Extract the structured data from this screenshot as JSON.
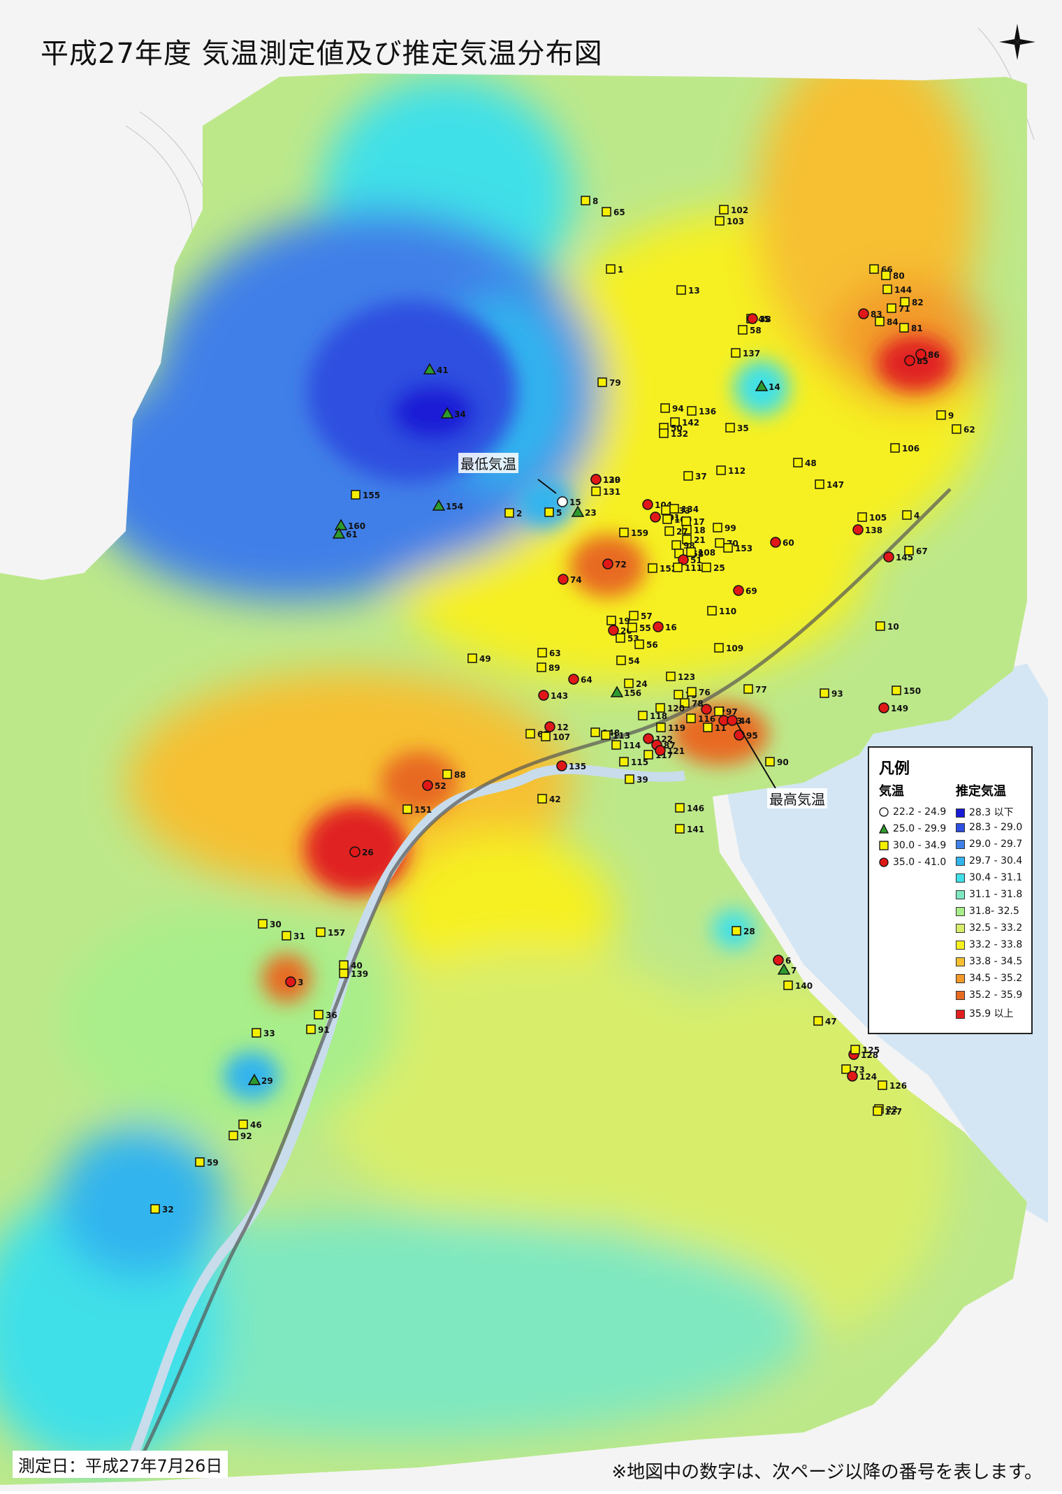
{
  "title": "平成27年度 気温測定値及び推定気温分布図",
  "footer": {
    "date": "測定日：平成27年7月26日",
    "note": "※地図中の数字は、次ページ以降の番号を表します。"
  },
  "annotations": {
    "lowest": "最低気温",
    "highest": "最高気温"
  },
  "legend": {
    "title": "凡例",
    "measured_heading": "気温",
    "estimated_heading": "推定気温",
    "measured": [
      {
        "range": "22.2 - 24.9",
        "symbol": "circle",
        "color": "#ffffff"
      },
      {
        "range": "25.0 - 29.9",
        "symbol": "triangle",
        "color": "#2e9b2e"
      },
      {
        "range": "30.0 - 34.9",
        "symbol": "square",
        "color": "#f5f000"
      },
      {
        "range": "35.0 - 41.0",
        "symbol": "circle",
        "color": "#e01818"
      }
    ],
    "estimated": [
      {
        "range": "28.3 以下",
        "color": "#1a1ad6"
      },
      {
        "range": "28.3 - 29.0",
        "color": "#2e4fe0"
      },
      {
        "range": "29.0 - 29.7",
        "color": "#3f7fe8"
      },
      {
        "range": "29.7 - 30.4",
        "color": "#33b4ee"
      },
      {
        "range": "30.4 - 31.1",
        "color": "#3fe0e8"
      },
      {
        "range": "31.1 - 31.8",
        "color": "#7fe8c0"
      },
      {
        "range": "31.8- 32.5",
        "color": "#a8ee8a"
      },
      {
        "range": "32.5 - 33.2",
        "color": "#d8ee6a"
      },
      {
        "range": "33.2 - 33.8",
        "color": "#f6f020"
      },
      {
        "range": "33.8 - 34.5",
        "color": "#f6c030"
      },
      {
        "range": "34.5 - 35.2",
        "color": "#f29a2a"
      },
      {
        "range": "35.2 - 35.9",
        "color": "#e86a20"
      },
      {
        "range": "35.9 以上",
        "color": "#e02020"
      }
    ]
  },
  "points": [
    {
      "id": "8",
      "type": "square"
    },
    {
      "id": "65",
      "type": "square"
    },
    {
      "id": "102",
      "type": "square"
    },
    {
      "id": "103",
      "type": "square"
    },
    {
      "id": "1",
      "type": "square"
    },
    {
      "id": "13",
      "type": "square"
    },
    {
      "id": "66",
      "type": "square"
    },
    {
      "id": "80",
      "type": "square"
    },
    {
      "id": "144",
      "type": "square"
    },
    {
      "id": "82",
      "type": "square"
    },
    {
      "id": "83",
      "type": "red"
    },
    {
      "id": "71",
      "type": "square"
    },
    {
      "id": "84",
      "type": "square"
    },
    {
      "id": "81",
      "type": "square"
    },
    {
      "id": "45",
      "type": "square"
    },
    {
      "id": "38",
      "type": "red"
    },
    {
      "id": "58",
      "type": "square"
    },
    {
      "id": "137",
      "type": "square"
    },
    {
      "id": "85",
      "type": "red"
    },
    {
      "id": "86",
      "type": "red"
    },
    {
      "id": "41",
      "type": "triangle"
    },
    {
      "id": "34",
      "type": "triangle"
    },
    {
      "id": "79",
      "type": "square"
    },
    {
      "id": "14",
      "type": "triangle"
    },
    {
      "id": "94",
      "type": "square"
    },
    {
      "id": "136",
      "type": "square"
    },
    {
      "id": "142",
      "type": "square"
    },
    {
      "id": "50",
      "type": "square"
    },
    {
      "id": "132",
      "type": "square"
    },
    {
      "id": "35",
      "type": "square"
    },
    {
      "id": "9",
      "type": "square"
    },
    {
      "id": "62",
      "type": "square"
    },
    {
      "id": "106",
      "type": "square"
    },
    {
      "id": "48",
      "type": "square"
    },
    {
      "id": "37",
      "type": "square"
    },
    {
      "id": "112",
      "type": "square"
    },
    {
      "id": "147",
      "type": "square"
    },
    {
      "id": "129",
      "type": "red"
    },
    {
      "id": "130",
      "type": "red"
    },
    {
      "id": "131",
      "type": "square"
    },
    {
      "id": "155",
      "type": "square"
    },
    {
      "id": "154",
      "type": "triangle"
    },
    {
      "id": "160",
      "type": "triangle"
    },
    {
      "id": "61",
      "type": "triangle"
    },
    {
      "id": "2",
      "type": "square"
    },
    {
      "id": "5",
      "type": "square"
    },
    {
      "id": "15",
      "type": "circle"
    },
    {
      "id": "23",
      "type": "triangle"
    },
    {
      "id": "104",
      "type": "red"
    },
    {
      "id": "101",
      "type": "red"
    },
    {
      "id": "133",
      "type": "square"
    },
    {
      "id": "134",
      "type": "square"
    },
    {
      "id": "100",
      "type": "square"
    },
    {
      "id": "17",
      "type": "square"
    },
    {
      "id": "18",
      "type": "square"
    },
    {
      "id": "27",
      "type": "square"
    },
    {
      "id": "21",
      "type": "square"
    },
    {
      "id": "99",
      "type": "square"
    },
    {
      "id": "105",
      "type": "square"
    },
    {
      "id": "4",
      "type": "square"
    },
    {
      "id": "138",
      "type": "red"
    },
    {
      "id": "159",
      "type": "square"
    },
    {
      "id": "98",
      "type": "square"
    },
    {
      "id": "70",
      "type": "square"
    },
    {
      "id": "153",
      "type": "square"
    },
    {
      "id": "60",
      "type": "red"
    },
    {
      "id": "158",
      "type": "square"
    },
    {
      "id": "108",
      "type": "square"
    },
    {
      "id": "145",
      "type": "red"
    },
    {
      "id": "67",
      "type": "square"
    },
    {
      "id": "72",
      "type": "red"
    },
    {
      "id": "51",
      "type": "red"
    },
    {
      "id": "152",
      "type": "square"
    },
    {
      "id": "111",
      "type": "square"
    },
    {
      "id": "25",
      "type": "square"
    },
    {
      "id": "74",
      "type": "red"
    },
    {
      "id": "69",
      "type": "red"
    },
    {
      "id": "110",
      "type": "square"
    },
    {
      "id": "57",
      "type": "square"
    },
    {
      "id": "19",
      "type": "square"
    },
    {
      "id": "20",
      "type": "red"
    },
    {
      "id": "55",
      "type": "square"
    },
    {
      "id": "16",
      "type": "red"
    },
    {
      "id": "10",
      "type": "square"
    },
    {
      "id": "53",
      "type": "square"
    },
    {
      "id": "56",
      "type": "square"
    },
    {
      "id": "109",
      "type": "square"
    },
    {
      "id": "49",
      "type": "square"
    },
    {
      "id": "63",
      "type": "square"
    },
    {
      "id": "54",
      "type": "square"
    },
    {
      "id": "89",
      "type": "square"
    },
    {
      "id": "123",
      "type": "square"
    },
    {
      "id": "64",
      "type": "red"
    },
    {
      "id": "24",
      "type": "square"
    },
    {
      "id": "150",
      "type": "square"
    },
    {
      "id": "143",
      "type": "red"
    },
    {
      "id": "156",
      "type": "triangle"
    },
    {
      "id": "75",
      "type": "square"
    },
    {
      "id": "76",
      "type": "square"
    },
    {
      "id": "77",
      "type": "square"
    },
    {
      "id": "93",
      "type": "square"
    },
    {
      "id": "78",
      "type": "square"
    },
    {
      "id": "96",
      "type": "red"
    },
    {
      "id": "97",
      "type": "square"
    },
    {
      "id": "149",
      "type": "red"
    },
    {
      "id": "118",
      "type": "square"
    },
    {
      "id": "120",
      "type": "square"
    },
    {
      "id": "116",
      "type": "square"
    },
    {
      "id": "43",
      "type": "red"
    },
    {
      "id": "44",
      "type": "red"
    },
    {
      "id": "12",
      "type": "red"
    },
    {
      "id": "148",
      "type": "square"
    },
    {
      "id": "119",
      "type": "square"
    },
    {
      "id": "11",
      "type": "square"
    },
    {
      "id": "68",
      "type": "square"
    },
    {
      "id": "113",
      "type": "square"
    },
    {
      "id": "122",
      "type": "red"
    },
    {
      "id": "95",
      "type": "red"
    },
    {
      "id": "107",
      "type": "square"
    },
    {
      "id": "114",
      "type": "square"
    },
    {
      "id": "87",
      "type": "red"
    },
    {
      "id": "117",
      "type": "square"
    },
    {
      "id": "121",
      "type": "red"
    },
    {
      "id": "115",
      "type": "square"
    },
    {
      "id": "90",
      "type": "square"
    },
    {
      "id": "135",
      "type": "red"
    },
    {
      "id": "39",
      "type": "square"
    },
    {
      "id": "52",
      "type": "red"
    },
    {
      "id": "88",
      "type": "square"
    },
    {
      "id": "42",
      "type": "square"
    },
    {
      "id": "151",
      "type": "square"
    },
    {
      "id": "146",
      "type": "square"
    },
    {
      "id": "141",
      "type": "square"
    },
    {
      "id": "26",
      "type": "red"
    },
    {
      "id": "30",
      "type": "square"
    },
    {
      "id": "31",
      "type": "square"
    },
    {
      "id": "157",
      "type": "square"
    },
    {
      "id": "28",
      "type": "square"
    },
    {
      "id": "40",
      "type": "square"
    },
    {
      "id": "139",
      "type": "square"
    },
    {
      "id": "6",
      "type": "red"
    },
    {
      "id": "7",
      "type": "triangle"
    },
    {
      "id": "3",
      "type": "red"
    },
    {
      "id": "140",
      "type": "square"
    },
    {
      "id": "36",
      "type": "square"
    },
    {
      "id": "91",
      "type": "square"
    },
    {
      "id": "33",
      "type": "square"
    },
    {
      "id": "47",
      "type": "square"
    },
    {
      "id": "128",
      "type": "red"
    },
    {
      "id": "125",
      "type": "square"
    },
    {
      "id": "73",
      "type": "square"
    },
    {
      "id": "124",
      "type": "red"
    },
    {
      "id": "126",
      "type": "square"
    },
    {
      "id": "29",
      "type": "triangle"
    },
    {
      "id": "22",
      "type": "square"
    },
    {
      "id": "127",
      "type": "square"
    },
    {
      "id": "46",
      "type": "square"
    },
    {
      "id": "92",
      "type": "square"
    },
    {
      "id": "59",
      "type": "square"
    },
    {
      "id": "32",
      "type": "square"
    }
  ]
}
